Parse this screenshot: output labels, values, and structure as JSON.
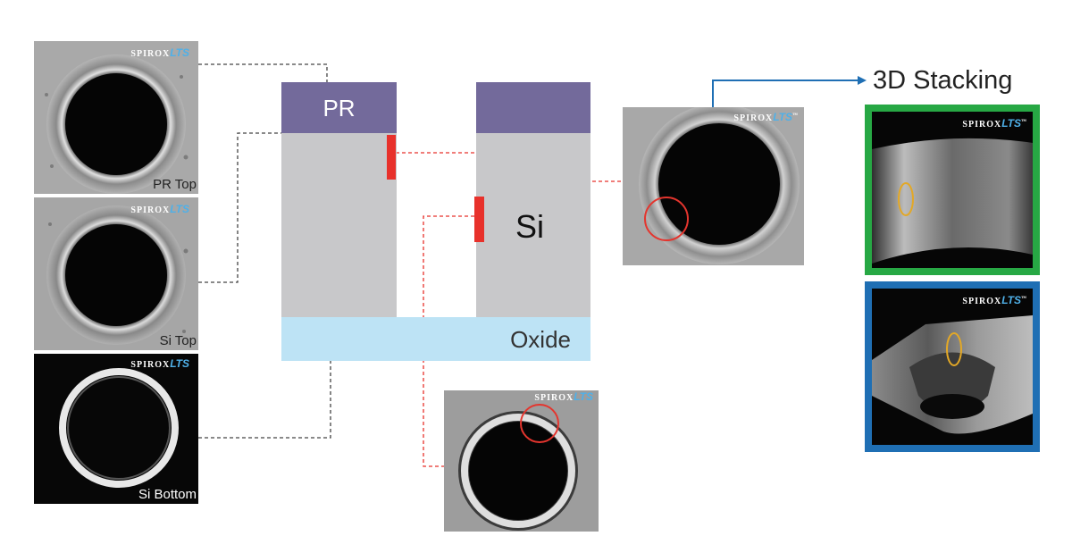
{
  "colors": {
    "pr": "#736a9b",
    "si": "#c8c8ca",
    "oxide": "#bde3f5",
    "defect": "#e8312b",
    "green_frame": "#27a844",
    "blue_frame": "#1f6fb4",
    "arrow": "#1f6fb4",
    "highlight_ring": "#e4352e",
    "ellipse": "#e3a826"
  },
  "brand": {
    "name": "SPIROX",
    "product": "LTS",
    "trademark": "™"
  },
  "tiles": {
    "pr_top": {
      "label": "PR Top"
    },
    "si_top": {
      "label": "Si Top"
    },
    "si_bottom": {
      "label": "Si Bottom"
    }
  },
  "structure": {
    "pr_label": "PR",
    "si_label": "Si",
    "oxide_label": "Oxide"
  },
  "stacking": {
    "title": "3D Stacking"
  },
  "icons": {
    "arrow": "arrow-right-icon",
    "circle": "highlight-circle-icon",
    "ellipse": "highlight-ellipse-icon"
  }
}
